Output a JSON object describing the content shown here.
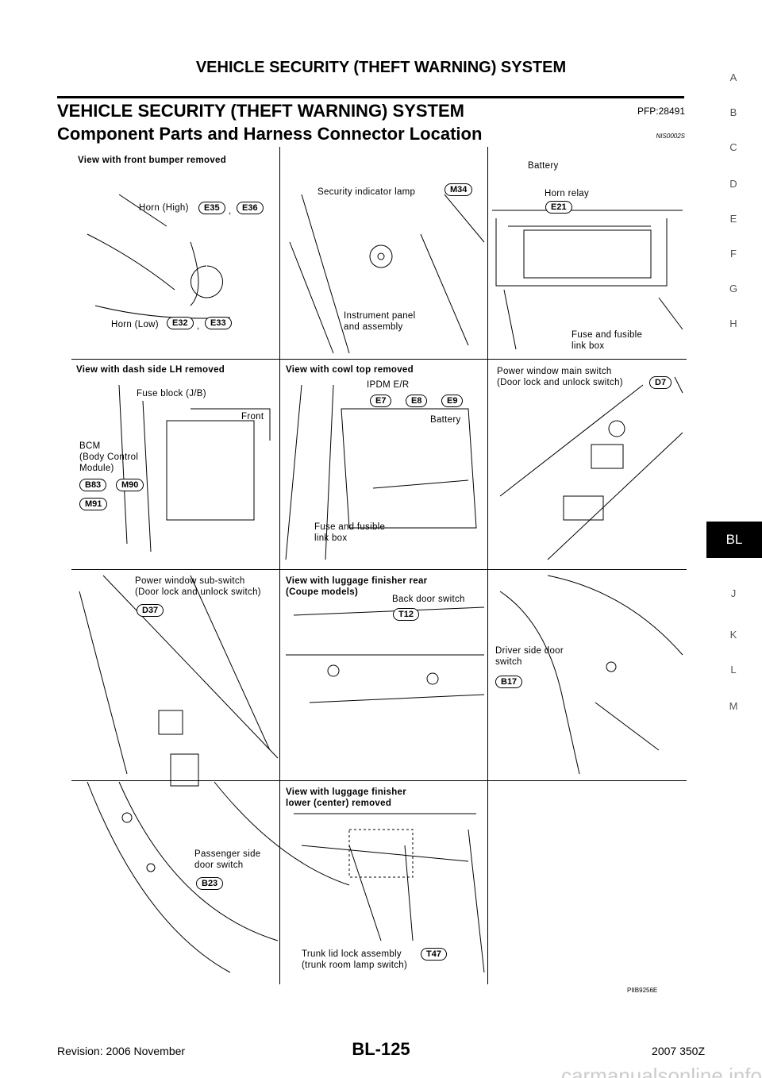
{
  "header": {
    "title": "VEHICLE SECURITY (THEFT WARNING) SYSTEM"
  },
  "section": {
    "title": "VEHICLE SECURITY (THEFT WARNING) SYSTEM",
    "pfp": "PFP:28491",
    "subtitle": "Component Parts and Harness Connector Location",
    "ref": "NIS0002S"
  },
  "side_index": [
    "A",
    "B",
    "C",
    "D",
    "E",
    "F",
    "G",
    "H",
    "BL",
    "J",
    "K",
    "L",
    "M"
  ],
  "panels": {
    "p1": {
      "title": "View with front bumper removed",
      "horn_high": "Horn (High)",
      "horn_low": "Horn (Low)",
      "c1": "E35",
      "c2": "E36",
      "c3": "E32",
      "c4": "E33",
      "sep": ","
    },
    "p2": {
      "lamp": "Security indicator lamp",
      "c1": "M34",
      "panel": "Instrument panel\nand assembly"
    },
    "p3": {
      "battery": "Battery",
      "relay": "Horn relay",
      "c1": "E21",
      "fuse": "Fuse and fusible\nlink box"
    },
    "p4": {
      "title": "View with dash side LH removed",
      "fuse_block": "Fuse block (J/B)",
      "front": "Front",
      "bcm": "BCM\n(Body Control\nModule)",
      "c1": "B83",
      "c2": "M90",
      "c3": "M91"
    },
    "p5": {
      "title": "View with cowl top removed",
      "ipdm": "IPDM E/R",
      "c1": "E7",
      "c2": "E8",
      "c3": "E9",
      "battery": "Battery",
      "fuse": "Fuse and fusible\nlink box"
    },
    "p6": {
      "label": "Power window main switch\n(Door lock and unlock switch)",
      "c1": "D7"
    },
    "p7": {
      "label": "Power window sub-switch\n(Door lock and unlock switch)",
      "c1": "D37"
    },
    "p8": {
      "title": "View with luggage finisher rear\n(Coupe models)",
      "label": "Back door switch",
      "c1": "T12"
    },
    "p9": {
      "label": "Driver side door\nswitch",
      "c1": "B17"
    },
    "p10": {
      "label": "Passenger side\ndoor switch",
      "c1": "B23"
    },
    "p11": {
      "title": "View with luggage finisher\nlower (center) removed",
      "label": "Trunk lid lock assembly\n(trunk room lamp switch)",
      "c1": "T47"
    }
  },
  "figure_code": "PIIB9256E",
  "footer": {
    "revision": "Revision: 2006 November",
    "page": "BL-125",
    "model": "2007 350Z"
  },
  "watermark": "carmanualsonline.info"
}
